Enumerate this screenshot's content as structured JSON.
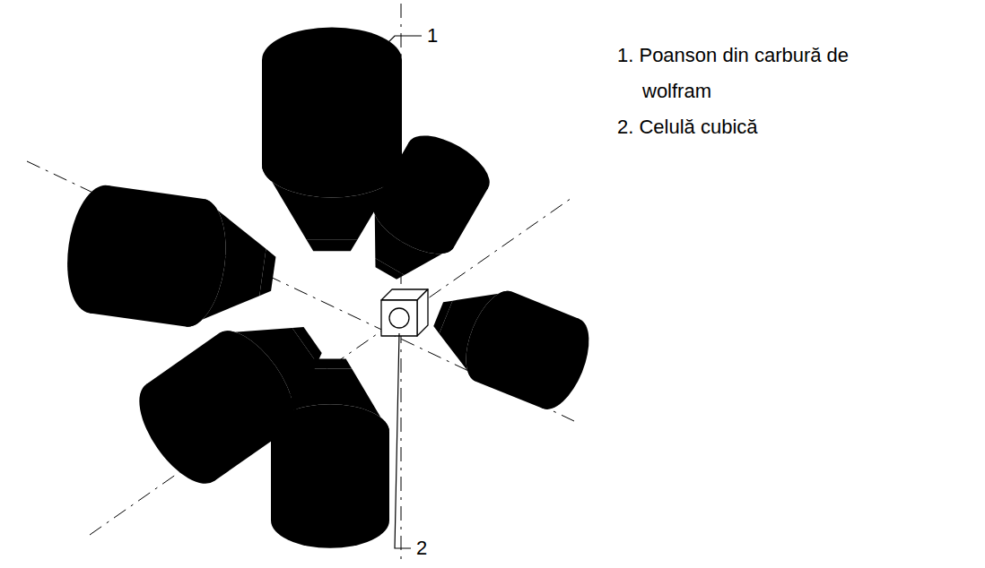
{
  "diagram": {
    "labels": [
      "1",
      "2",
      "1. Poanson din carbură de wolfram",
      "2. Celulă cubică"
    ]
  }
}
